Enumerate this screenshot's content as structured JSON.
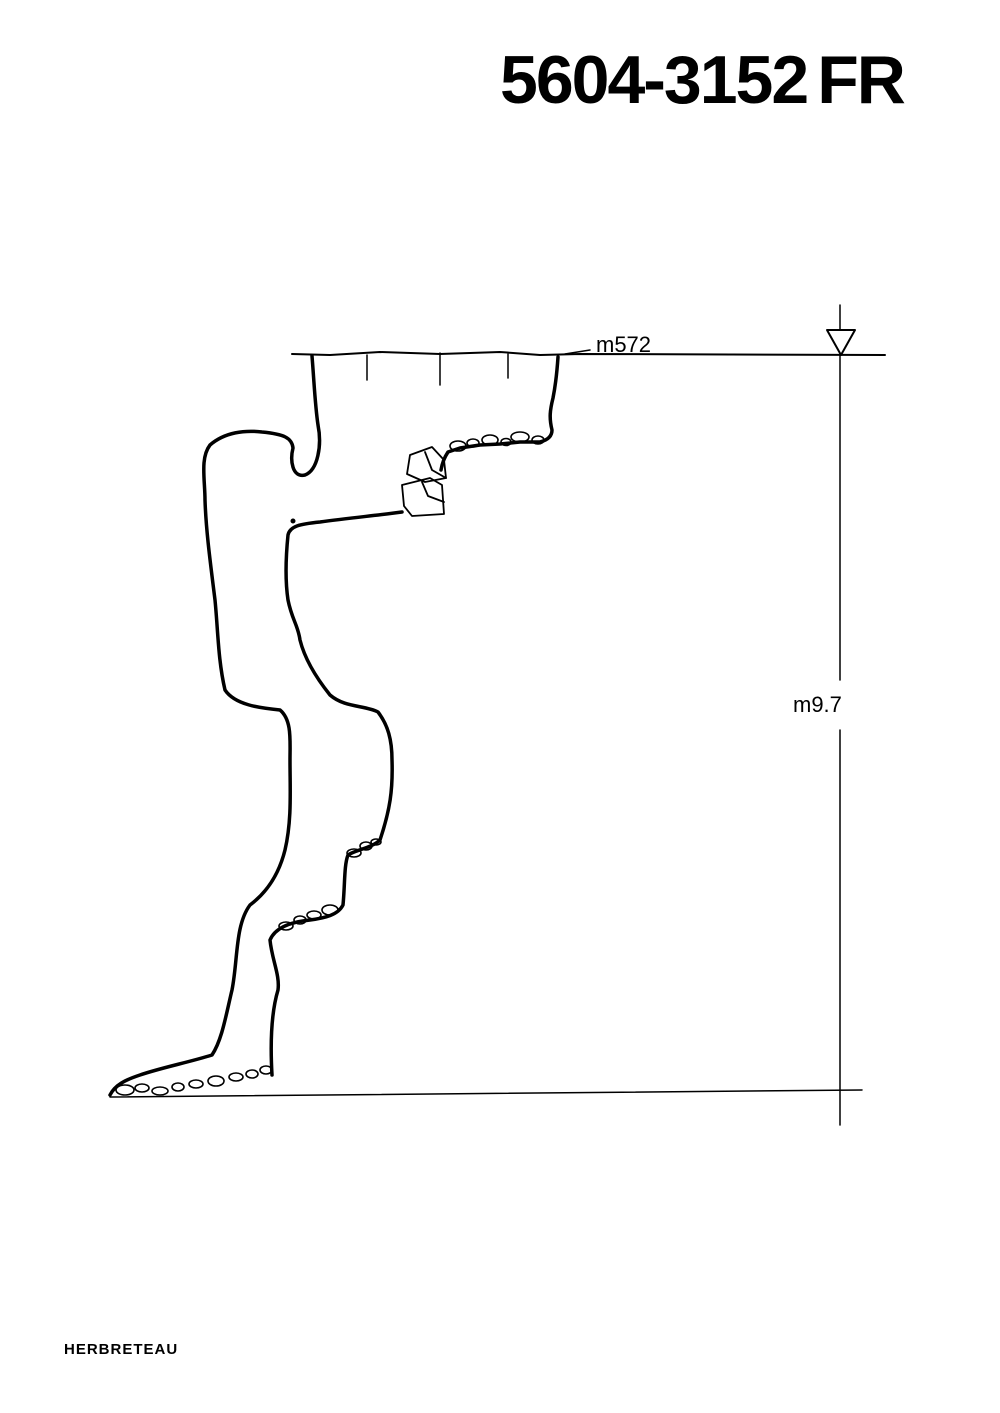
{
  "header": {
    "cave_number": "5604-3152",
    "region_code": "FR"
  },
  "section": {
    "entrance_altitude_label": "m572",
    "depth_label": "m9.7"
  },
  "footer": {
    "author": "HERBRETEAU"
  },
  "icons": {
    "datum_marker": "down-triangle-icon"
  },
  "colors": {
    "ink": "#000000",
    "paper": "#ffffff"
  }
}
